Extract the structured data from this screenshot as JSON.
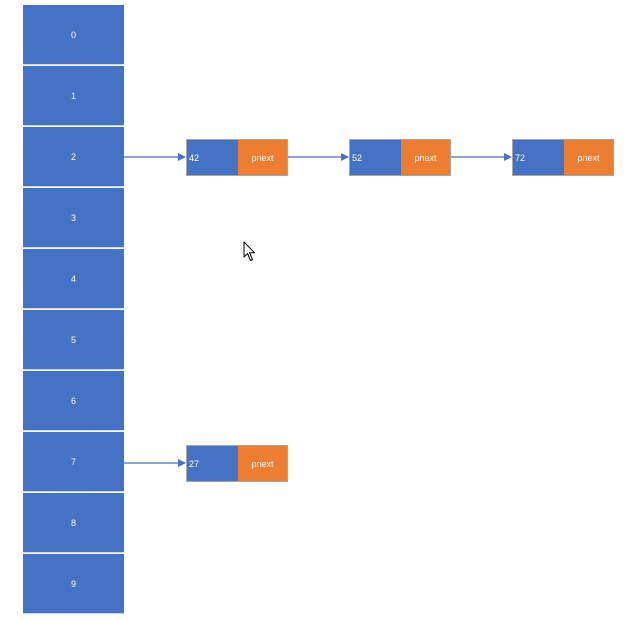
{
  "hash_table": {
    "slots": [
      "0",
      "1",
      "2",
      "3",
      "4",
      "5",
      "6",
      "7",
      "8",
      "9"
    ]
  },
  "chains": [
    {
      "bucket": "2",
      "nodes": [
        {
          "value": "42",
          "pointer": "pnext"
        },
        {
          "value": "52",
          "pointer": "pnext"
        },
        {
          "value": "72",
          "pointer": "pnext"
        }
      ]
    },
    {
      "bucket": "7",
      "nodes": [
        {
          "value": "27",
          "pointer": "pnext"
        }
      ]
    }
  ],
  "colors": {
    "slot_fill": "#4472c4",
    "value_fill": "#4472c4",
    "pointer_fill": "#ed7d31",
    "arrow": "#4472c4"
  },
  "icons": {
    "cursor": "mouse-pointer-icon"
  }
}
